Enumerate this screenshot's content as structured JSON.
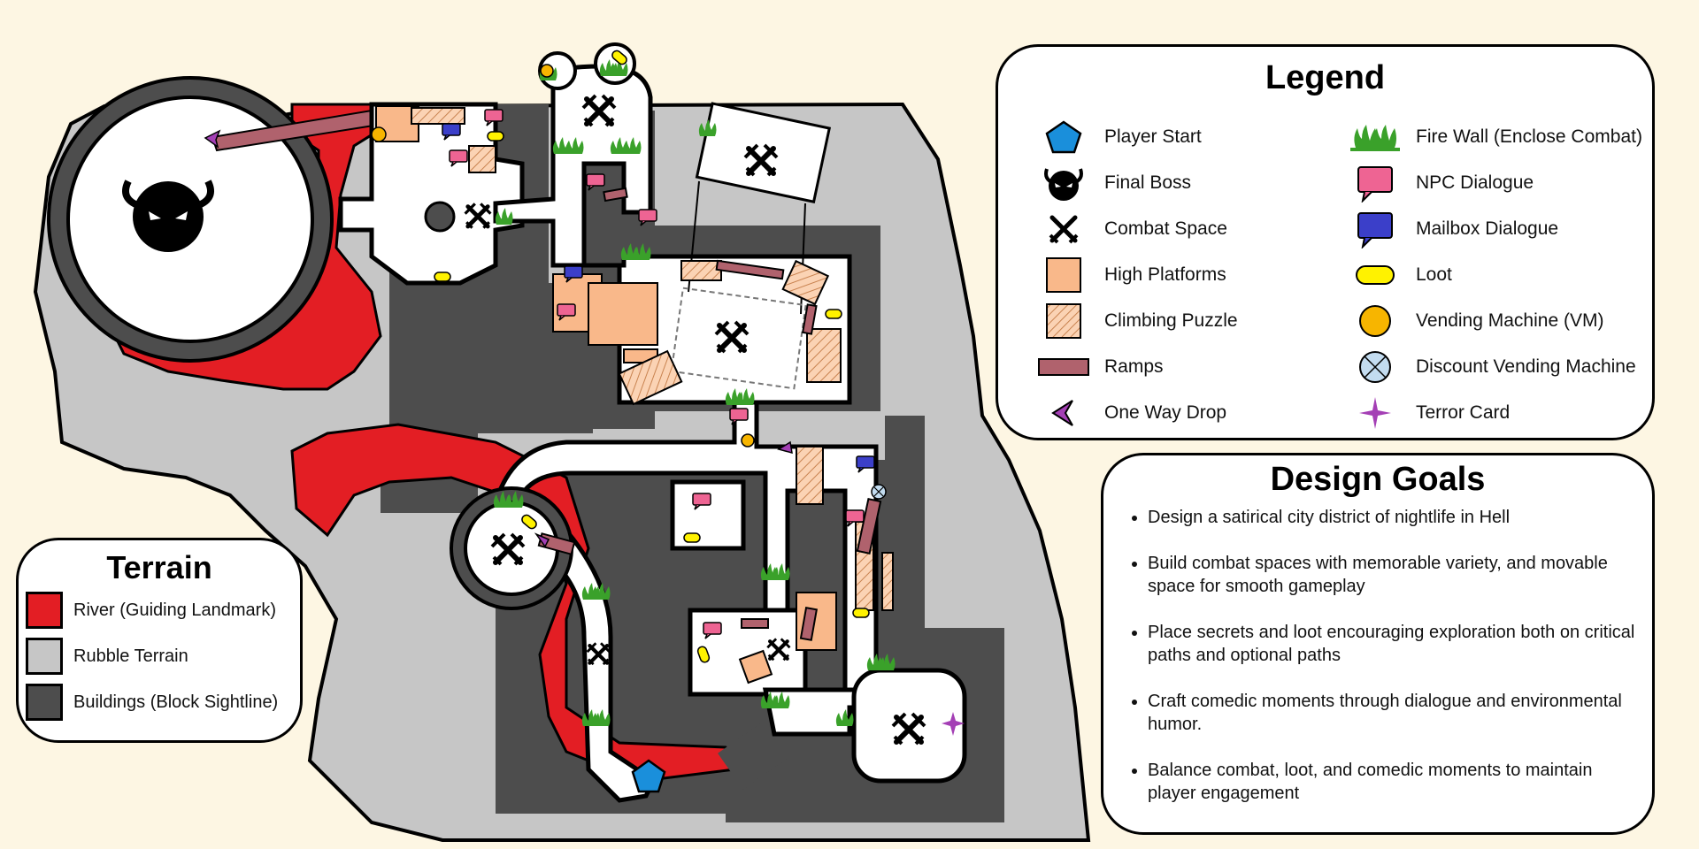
{
  "legend": {
    "title": "Legend",
    "items": [
      {
        "label": "Player Start",
        "icon": "pentagon-icon"
      },
      {
        "label": "Final Boss",
        "icon": "demon-head-icon"
      },
      {
        "label": "Combat Space",
        "icon": "crossed-swords-icon"
      },
      {
        "label": "High Platforms",
        "icon": "orange-square-icon"
      },
      {
        "label": "Climbing Puzzle",
        "icon": "hatched-square-icon"
      },
      {
        "label": "Ramps",
        "icon": "ramp-bar-icon"
      },
      {
        "label": "One Way Drop",
        "icon": "purple-chevron-icon"
      },
      {
        "label": "Fire Wall (Enclose Combat)",
        "icon": "green-flames-icon"
      },
      {
        "label": "NPC Dialogue",
        "icon": "pink-speech-bubble-icon"
      },
      {
        "label": "Mailbox Dialogue",
        "icon": "blue-speech-bubble-icon"
      },
      {
        "label": "Loot",
        "icon": "yellow-pill-icon"
      },
      {
        "label": "Vending Machine (VM)",
        "icon": "gold-circle-icon"
      },
      {
        "label": "Discount Vending Machine",
        "icon": "crossed-circle-icon"
      },
      {
        "label": "Terror Card",
        "icon": "purple-star-icon"
      }
    ]
  },
  "terrain": {
    "title": "Terrain",
    "items": [
      {
        "label": "River (Guiding Landmark)",
        "color": "#e31e24"
      },
      {
        "label": "Rubble Terrain",
        "color": "#c6c6c6"
      },
      {
        "label": "Buildings (Block Sightline)",
        "color": "#4d4d4d"
      }
    ]
  },
  "design_goals": {
    "title": "Design Goals",
    "items": [
      "Design a satirical city district of nightlife in Hell",
      "Build combat spaces with memorable variety, and movable space for smooth gameplay",
      "Place secrets and loot encouraging exploration both on critical paths and optional paths",
      "Craft comedic moments through dialogue and environmental humor.",
      "Balance combat, loot, and comedic moments to maintain player engagement"
    ]
  },
  "colors": {
    "background": "#fdf6e3",
    "river": "#e31e24",
    "rubble": "#c6c6c6",
    "building": "#4d4d4d",
    "platform": "#f9b88a",
    "ramp": "#b0626d",
    "npc": "#ee6493",
    "mailbox": "#3b3fc9",
    "loot": "#fff200",
    "vending": "#f7b500",
    "discount": "#c3dcf0",
    "firewall": "#3aa12a",
    "drop": "#a43fb5"
  }
}
